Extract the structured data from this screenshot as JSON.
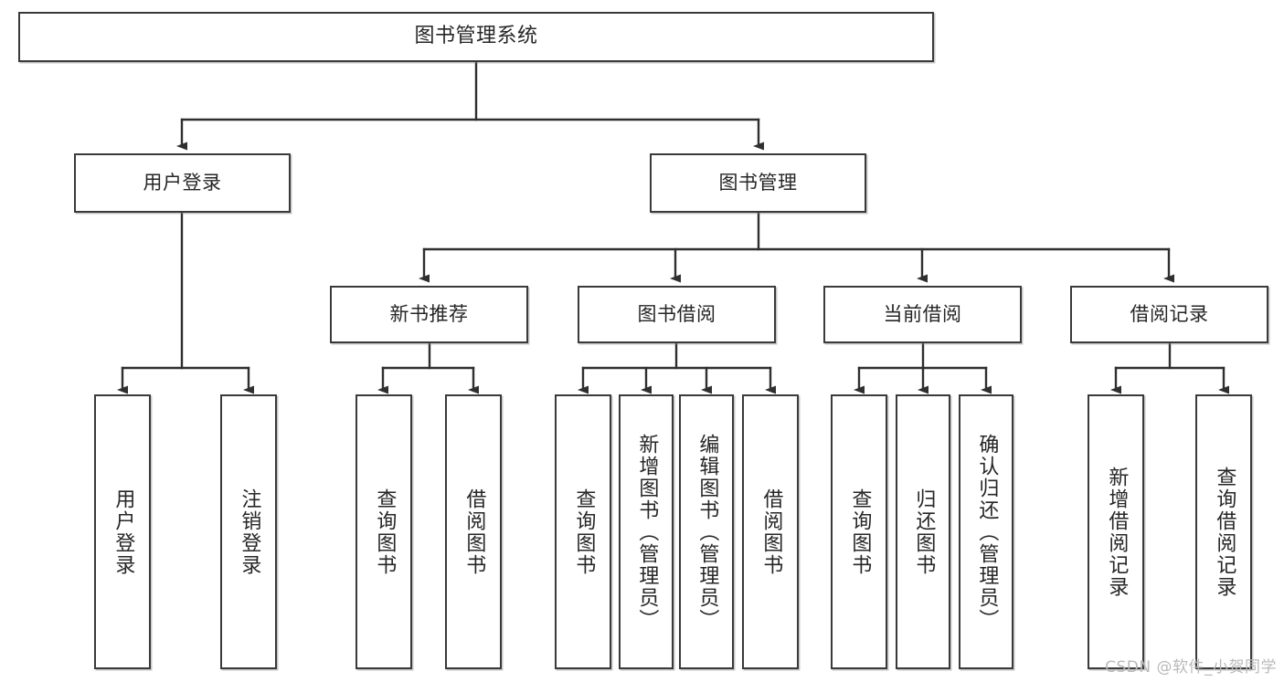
{
  "diagram": {
    "title": "图书管理系统",
    "type": "tree-hierarchy",
    "levels": 4
  },
  "nodes": {
    "root": {
      "label": "图书管理系统"
    },
    "level2": [
      {
        "id": "user-login",
        "label": "用户登录"
      },
      {
        "id": "book-manage",
        "label": "图书管理"
      }
    ],
    "level3": [
      {
        "id": "new-book-recommend",
        "label": "新书推荐"
      },
      {
        "id": "book-borrow",
        "label": "图书借阅"
      },
      {
        "id": "current-borrow",
        "label": "当前借阅"
      },
      {
        "id": "borrow-record",
        "label": "借阅记录"
      }
    ],
    "leaves": {
      "user_login": [
        {
          "id": "leaf-user-login",
          "label": "用户登录"
        },
        {
          "id": "leaf-logout-login",
          "label": "注销登录"
        }
      ],
      "new_book_recommend": [
        {
          "id": "leaf-query-book-1",
          "label": "查询图书"
        },
        {
          "id": "leaf-borrow-book-1",
          "label": "借阅图书"
        }
      ],
      "book_borrow": [
        {
          "id": "leaf-query-book-2",
          "label": "查询图书"
        },
        {
          "id": "leaf-add-book",
          "label": "新增图书（管理员）"
        },
        {
          "id": "leaf-edit-book",
          "label": "编辑图书（管理员）"
        },
        {
          "id": "leaf-borrow-book-2",
          "label": "借阅图书"
        }
      ],
      "current_borrow": [
        {
          "id": "leaf-query-book-3",
          "label": "查询图书"
        },
        {
          "id": "leaf-return-book",
          "label": "归还图书"
        },
        {
          "id": "leaf-confirm-return",
          "label": "确认归还（管理员）"
        }
      ],
      "borrow_record": [
        {
          "id": "leaf-add-record",
          "label": "新增借阅记录"
        },
        {
          "id": "leaf-query-record",
          "label": "查询借阅记录"
        }
      ]
    }
  },
  "watermark": {
    "text": "CSDN @软件_小贺同学"
  },
  "colors": {
    "border": "#3a3a3a",
    "text": "#262626",
    "background": "#ffffff",
    "connector": "#2f2f2f",
    "watermark": "#b9b9b9"
  }
}
